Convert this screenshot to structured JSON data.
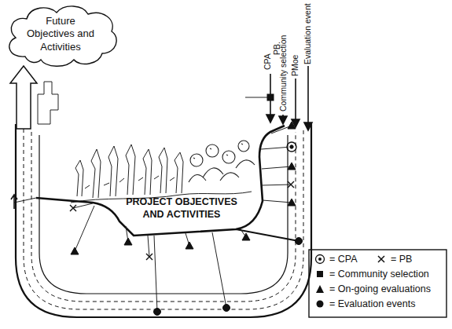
{
  "diagram": {
    "nodes": [
      {
        "text": [
          "Future Objectives and Activities"
        ]
      },
      {
        "text": [
          "PROJECT OBJECTIVES AND ACTIVITIES"
        ]
      }
    ],
    "edges": [
      {
        "from": 1,
        "to": 0,
        "arrow": "to"
      }
    ],
    "labels": [
      "CPA",
      "PB.",
      "Community selection",
      "PMoe",
      "Evaluation event"
    ],
    "legend": [
      {
        "text": "= CPA"
      },
      {
        "text": "= PB"
      },
      {
        "text": "= Community selection"
      },
      {
        "text": "= On-going evaluations"
      },
      {
        "text": "= Evaluation events"
      }
    ]
  }
}
